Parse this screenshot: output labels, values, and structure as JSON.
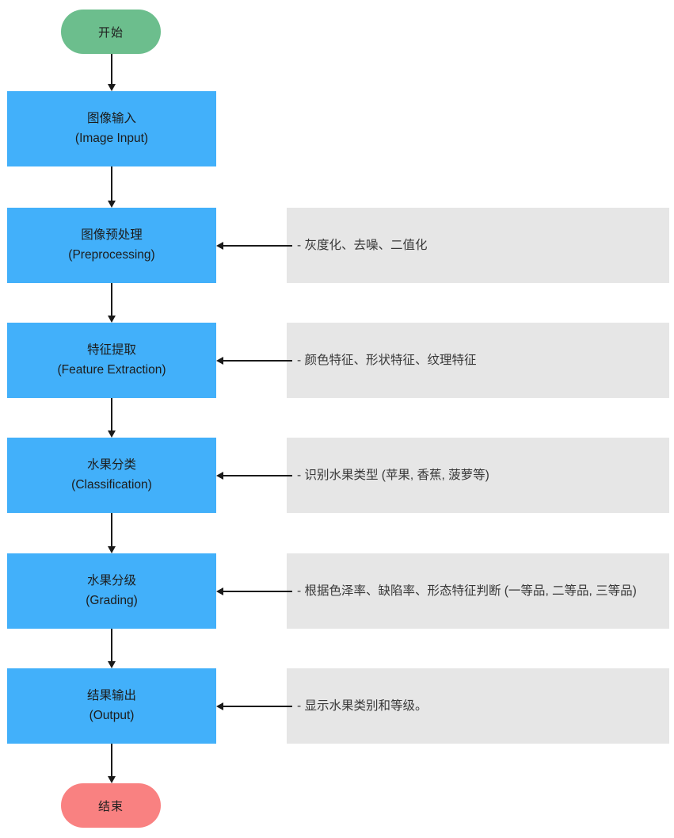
{
  "flowchart": {
    "start": {
      "label": "开始"
    },
    "end": {
      "label": "结束"
    },
    "steps": [
      {
        "title": "图像输入",
        "subtitle": "(Image Input)"
      },
      {
        "title": "图像预处理",
        "subtitle": "(Preprocessing)",
        "note": "- 灰度化、去噪、二值化"
      },
      {
        "title": "特征提取",
        "subtitle": "(Feature Extraction)",
        "note": "- 颜色特征、形状特征、纹理特征"
      },
      {
        "title": "水果分类",
        "subtitle": "(Classification)",
        "note": "- 识别水果类型 (苹果, 香蕉, 菠萝等)"
      },
      {
        "title": "水果分级",
        "subtitle": "(Grading)",
        "note": "- 根据色泽率、缺陷率、形态特征判断 (一等品, 二等品, 三等品)"
      },
      {
        "title": "结果输出",
        "subtitle": "(Output)",
        "note": "- 显示水果类别和等级。"
      }
    ],
    "colors": {
      "process_fill": "#42B0FA",
      "note_fill": "#E6E6E6",
      "start_fill": "#6CBE8D",
      "end_fill": "#F98181",
      "arrow": "#1a1a1a"
    }
  }
}
